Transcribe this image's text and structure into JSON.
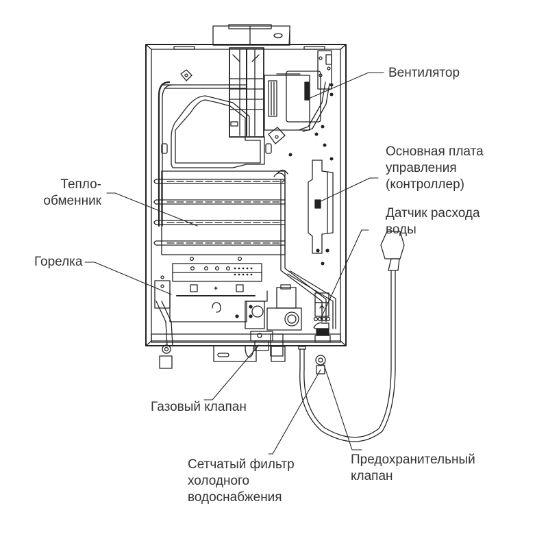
{
  "diagram": {
    "subject": "water-heater-internal-layout",
    "colors": {
      "line": "#222222",
      "text": "#333333",
      "background": "#ffffff"
    },
    "labels": {
      "fan": {
        "lines": [
          "Вентилятор"
        ]
      },
      "control_board": {
        "lines": [
          "Основная плата",
          "управления",
          "(контроллер)"
        ]
      },
      "flow_sensor": {
        "lines": [
          "Датчик расхода",
          "воды"
        ]
      },
      "heat_exchanger": {
        "lines": [
          "Тепло-",
          "обменник"
        ]
      },
      "burner": {
        "lines": [
          "Горелка"
        ]
      },
      "gas_valve": {
        "lines": [
          "Газовый клапан"
        ]
      },
      "water_filter": {
        "lines": [
          "Сетчатый фильтр",
          "холодного",
          "водоснабжения"
        ]
      },
      "safety_valve": {
        "lines": [
          "Предохранительный",
          "клапан"
        ]
      }
    }
  }
}
